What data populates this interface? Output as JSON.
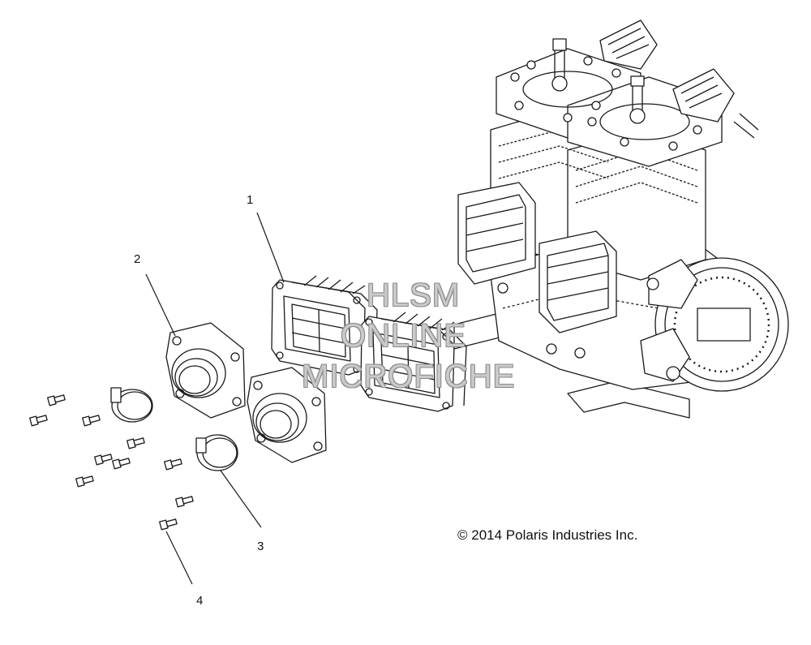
{
  "callouts": {
    "c1": "1",
    "c2": "2",
    "c3": "3",
    "c4": "4"
  },
  "copyright": "© 2014 Polaris Industries Inc.",
  "watermark": {
    "line1": "HLSM",
    "line2": "ONLINE",
    "line3": "MICROFICHE"
  },
  "colors": {
    "line": "#1a1a1a",
    "watermark_outline": "#8a8a8a"
  }
}
